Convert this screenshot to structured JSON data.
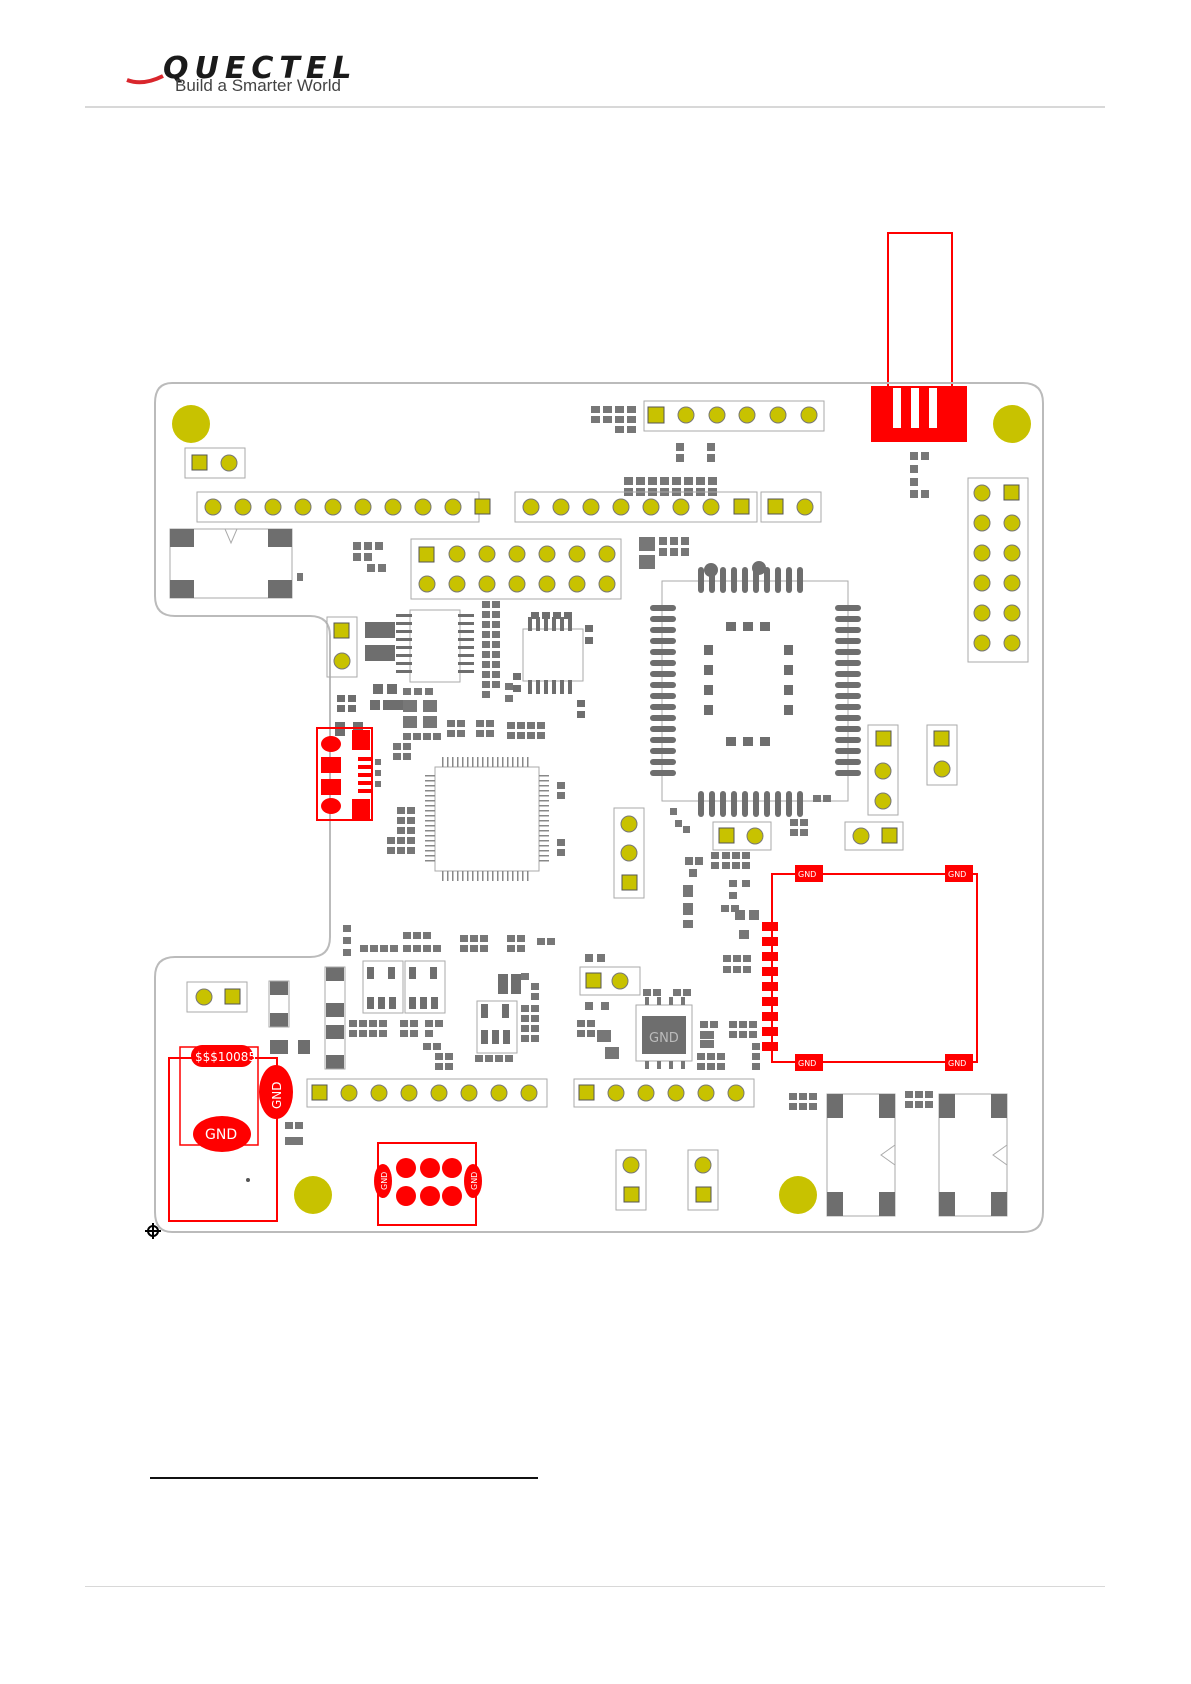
{
  "header": {
    "logo_text": "QUECTEL",
    "tagline": "Build a Smarter World"
  },
  "board": {
    "gnd_label": "GND",
    "part_label": "$$$10085",
    "colors": {
      "outline": "#bbbbbb",
      "pad": "#c8c200",
      "pad_ring": "#7a7a7a",
      "pad_dark": "#4a4a4a",
      "highlight": "#ff0000",
      "chip_fill": "#6e6e6e"
    },
    "icons": [
      "origin-crosshair-icon"
    ]
  }
}
